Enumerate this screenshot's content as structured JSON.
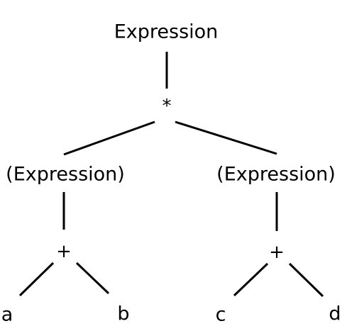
{
  "tree": {
    "root": "Expression",
    "operator": "*",
    "left": {
      "label": "(Expression)",
      "operator": "+",
      "left_leaf": "a",
      "right_leaf": "b"
    },
    "right": {
      "label": "(Expression)",
      "operator": "+",
      "left_leaf": "c",
      "right_leaf": "d"
    }
  },
  "colors": {
    "line": "#000000",
    "text": "#000000",
    "background": "#ffffff"
  }
}
